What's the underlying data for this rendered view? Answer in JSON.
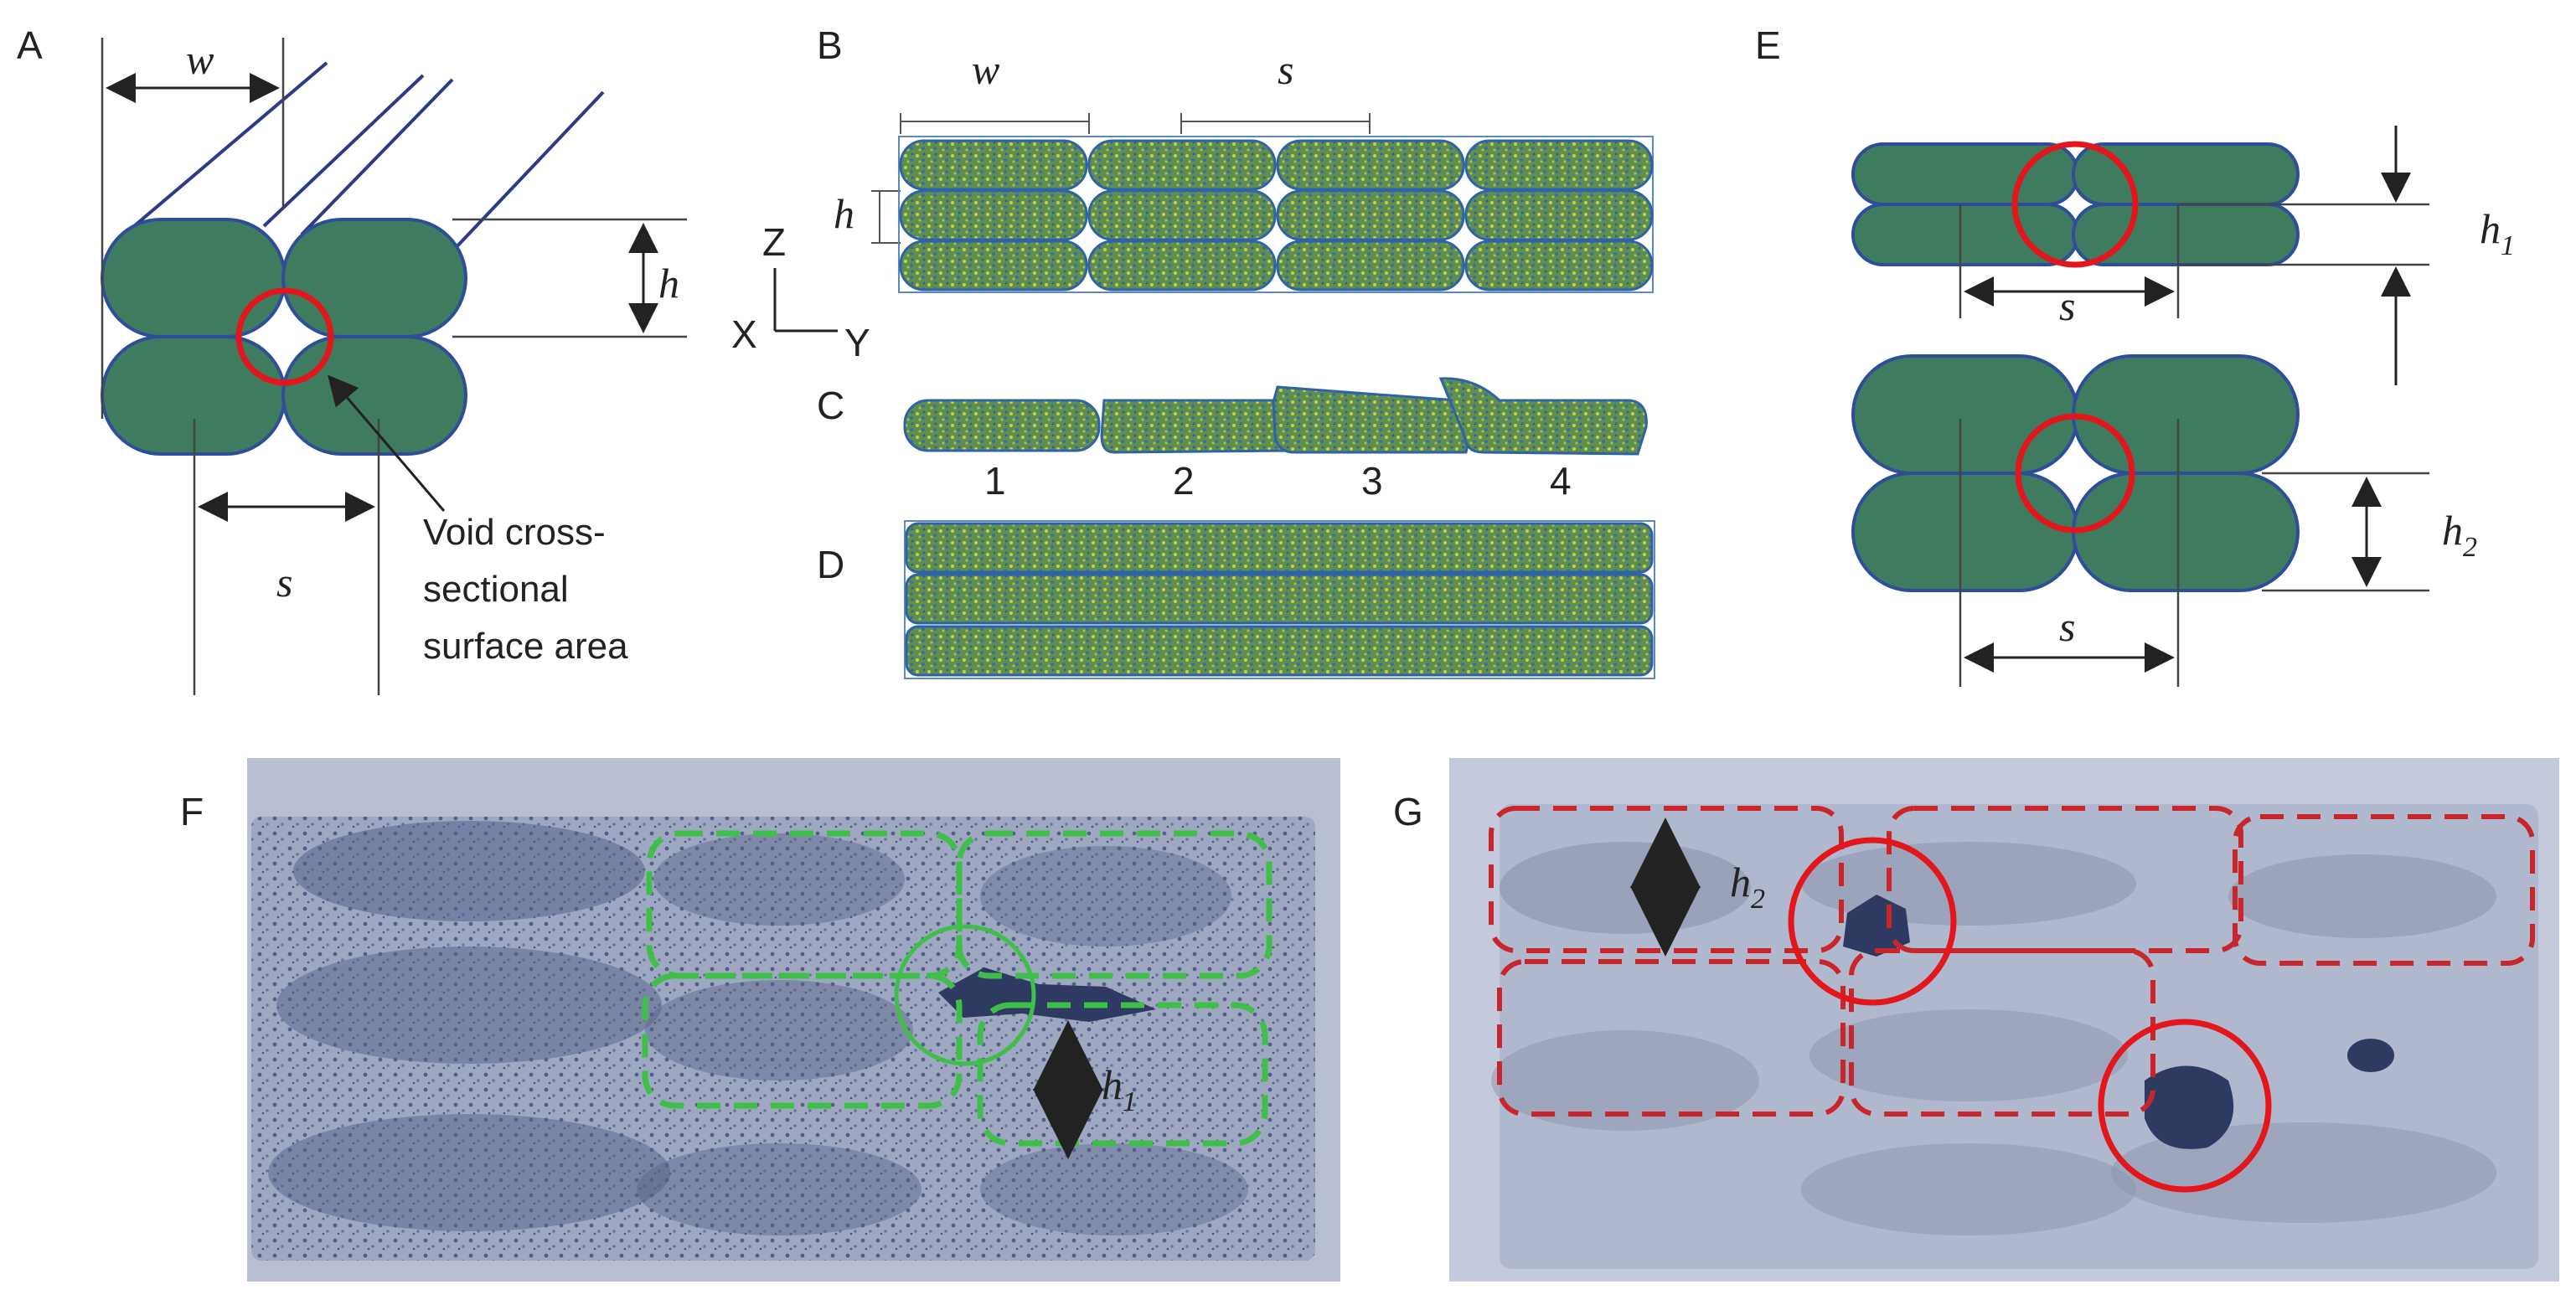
{
  "panels": {
    "A": {
      "label": "A",
      "w": "w",
      "h": "h",
      "s": "s",
      "annotation": [
        "Void cross-",
        "sectional",
        "surface area"
      ]
    },
    "B": {
      "label": "B",
      "w": "w",
      "s": "s",
      "h": "h",
      "axis_z": "Z",
      "axis_x": "X",
      "axis_y": "Y"
    },
    "C": {
      "label": "C",
      "numbers": [
        "1",
        "2",
        "3",
        "4"
      ]
    },
    "D": {
      "label": "D"
    },
    "E": {
      "label": "E",
      "h1_main": "h",
      "h1_sub": "1",
      "h2_main": "h",
      "h2_sub": "2",
      "s_top": "s",
      "s_bottom": "s"
    },
    "F": {
      "label": "F",
      "h1_main": "h",
      "h1_sub": "1"
    },
    "G": {
      "label": "G",
      "h2_main": "h",
      "h2_sub": "2"
    }
  },
  "colors": {
    "bead_fill": "#3e7b5f",
    "bead_stroke": "#2e4e9a",
    "void_circle": "#e3161b",
    "dash_green": "#3fbf4a",
    "dash_red": "#c8262a",
    "micro_bg": "#a9b2c8",
    "micro_dark": "#3b4566",
    "sim_fill": "#6a9a52",
    "sim_stroke": "#2e63a8"
  }
}
